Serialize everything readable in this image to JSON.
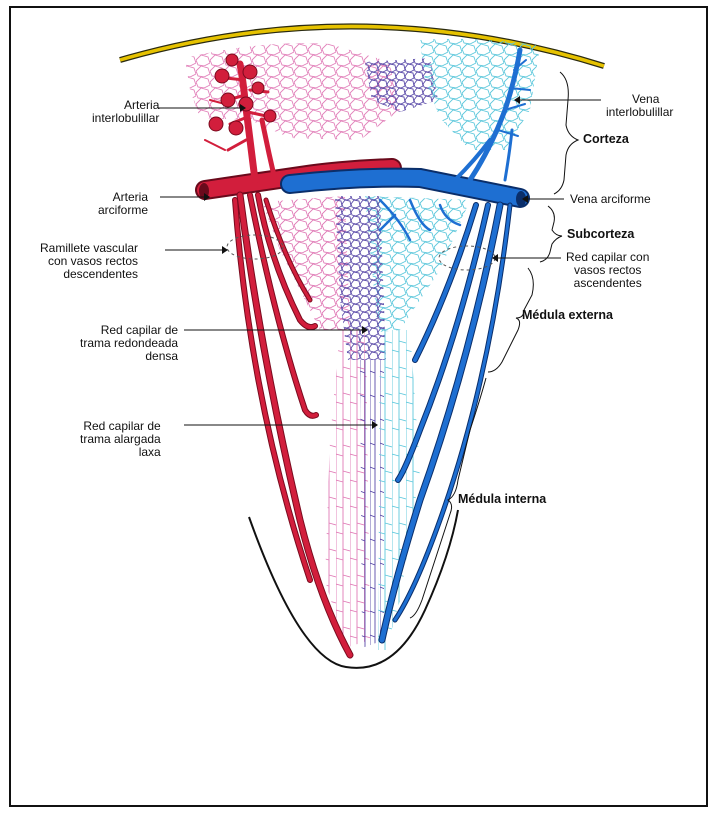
{
  "labels": {
    "arteria_interlobulillar": [
      "Arteria",
      "interlobulillar"
    ],
    "arteria_arciforme": [
      "Arteria",
      "arciforme"
    ],
    "ramillete": [
      "Ramillete vascular",
      "con vasos rectos",
      "descendentes"
    ],
    "red_redondeada": [
      "Red capilar de",
      "trama redondeada",
      "densa"
    ],
    "red_alargada": [
      "Red capilar de",
      "trama alargada",
      "laxa"
    ],
    "vena_interlobulillar": [
      "Vena",
      "interlobulillar"
    ],
    "vena_arciforme": "Vena arciforme",
    "red_capilar_ascendentes": [
      "Red capilar con",
      "vasos rectos",
      "ascendentes"
    ]
  },
  "zones": {
    "corteza": "Corteza",
    "subcorteza": "Subcorteza",
    "medula_externa": "Médula externa",
    "medula_interna": "Médula interna"
  },
  "colors": {
    "artery": "#d21e3c",
    "vein": "#1e6fd2",
    "capsule": "#e0b800",
    "capillary_pink": "#e07ab6",
    "capillary_cyan": "#5ec8dc",
    "capillary_purple": "#5a4aa8"
  }
}
